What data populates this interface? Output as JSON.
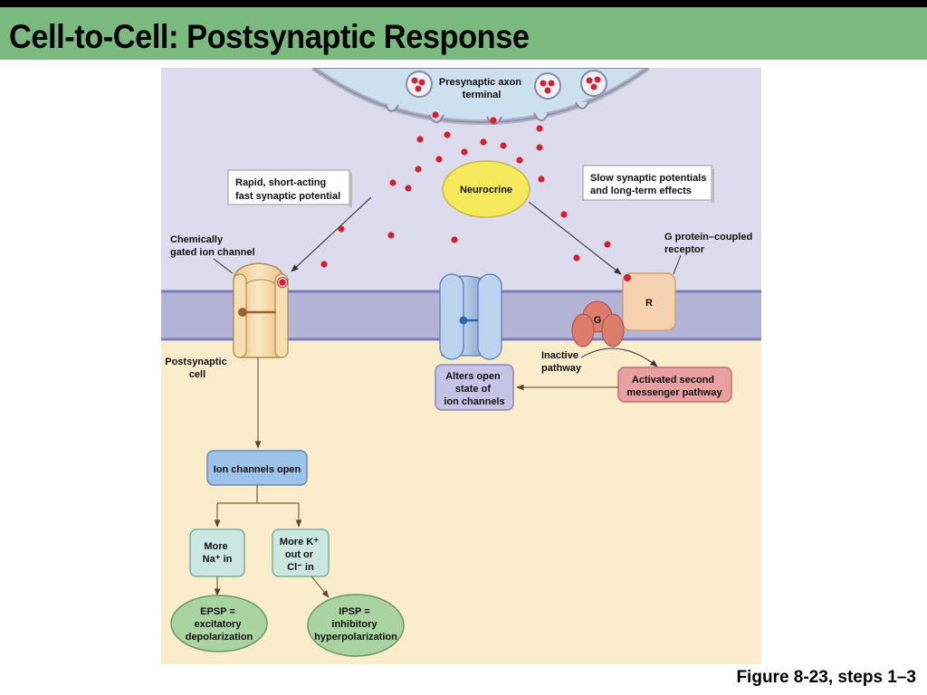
{
  "slide": {
    "title": "Cell-to-Cell: Postsynaptic Response",
    "caption": "Figure 8-23, steps 1–3"
  },
  "colors": {
    "title_bar": "#7aba7e",
    "synaptic_cleft": "#dcdcee",
    "membrane": "#b4b4d8",
    "membrane_edge": "#7c7cb4",
    "cytoplasm": "#fbeccb",
    "axon_terminal": "#cde0ef",
    "neurotransmitter": "#d42030",
    "neurocrine": "#f6ea5c",
    "ion_channel_box": "#9dc3ea",
    "ion_box": "#cbe8e0",
    "psp_ellipse": "#a9d3a0",
    "alters_box": "#c4c4e6",
    "second_messenger_box": "#e8a0a0",
    "receptor": "#f6d2b0",
    "g_protein": "#dc7c6c"
  },
  "diagram": {
    "presynaptic_label": [
      "Presynaptic axon",
      "terminal"
    ],
    "neurocrine_label": "Neurocrine",
    "fast_box": [
      "Rapid, short-acting",
      "fast synaptic potential"
    ],
    "slow_box": [
      "Slow synaptic potentials",
      "and long-term effects"
    ],
    "gated_channel_label": [
      "Chemically",
      "gated ion channel"
    ],
    "gpcr_label": [
      "G protein–coupled",
      "receptor"
    ],
    "receptor_letter": "R",
    "g_protein_letter": "G",
    "postsynaptic_label": [
      "Postsynaptic",
      "cell"
    ],
    "inactive_label": [
      "Inactive",
      "pathway"
    ],
    "alters_box": [
      "Alters open",
      "state of",
      "ion channels"
    ],
    "second_messenger_box": [
      "Activated second",
      "messenger pathway"
    ],
    "ion_open_box": "Ion channels open",
    "na_box": [
      "More",
      "Na⁺ in"
    ],
    "k_box": [
      "More K⁺",
      "out or",
      "Cl⁻ in"
    ],
    "epsp": [
      "EPSP =",
      "excitatory",
      "depolarization"
    ],
    "ipsp": [
      "IPSP =",
      "inhibitory",
      "hyperpolarization"
    ]
  }
}
